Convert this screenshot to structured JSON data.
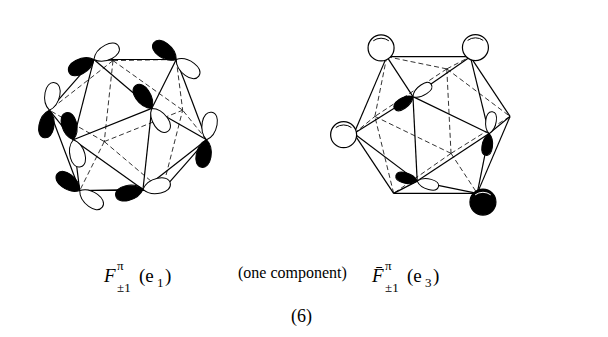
{
  "diagram": {
    "labels": [
      "F",
      "π",
      "±1",
      "(e",
      "1",
      ")",
      "(one component)",
      "F̄",
      "π",
      "±1",
      "(e",
      "3",
      ")",
      "(6)"
    ]
  }
}
